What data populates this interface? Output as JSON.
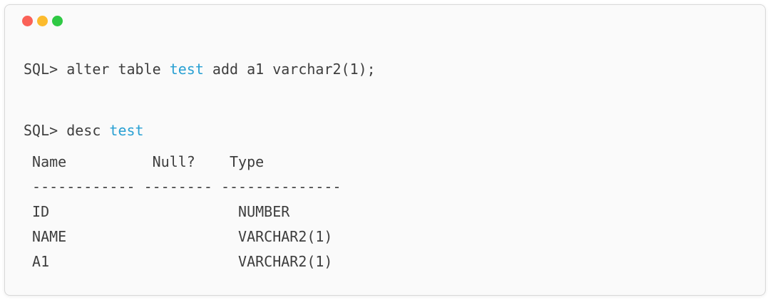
{
  "window": {
    "kind": "terminal",
    "traffic_lights": {
      "close_color": "#fa6157",
      "minimize_color": "#fcbb2d",
      "zoom_color": "#2fc944"
    }
  },
  "terminal": {
    "command1": {
      "pre": "SQL> alter table ",
      "keyword": "test",
      "post": " add a1 varchar2(1);"
    },
    "command2": {
      "pre": "SQL> desc ",
      "keyword": "test",
      "post": ""
    },
    "table": {
      "header": " Name          Null?    Type",
      "separator": " ------------ -------- --------------",
      "rows": [
        " ID                      NUMBER",
        " NAME                    VARCHAR2(1)",
        " A1                      VARCHAR2(1)"
      ]
    },
    "colors": {
      "keyword": "#29a0d3",
      "text": "#3e3e3e"
    }
  }
}
